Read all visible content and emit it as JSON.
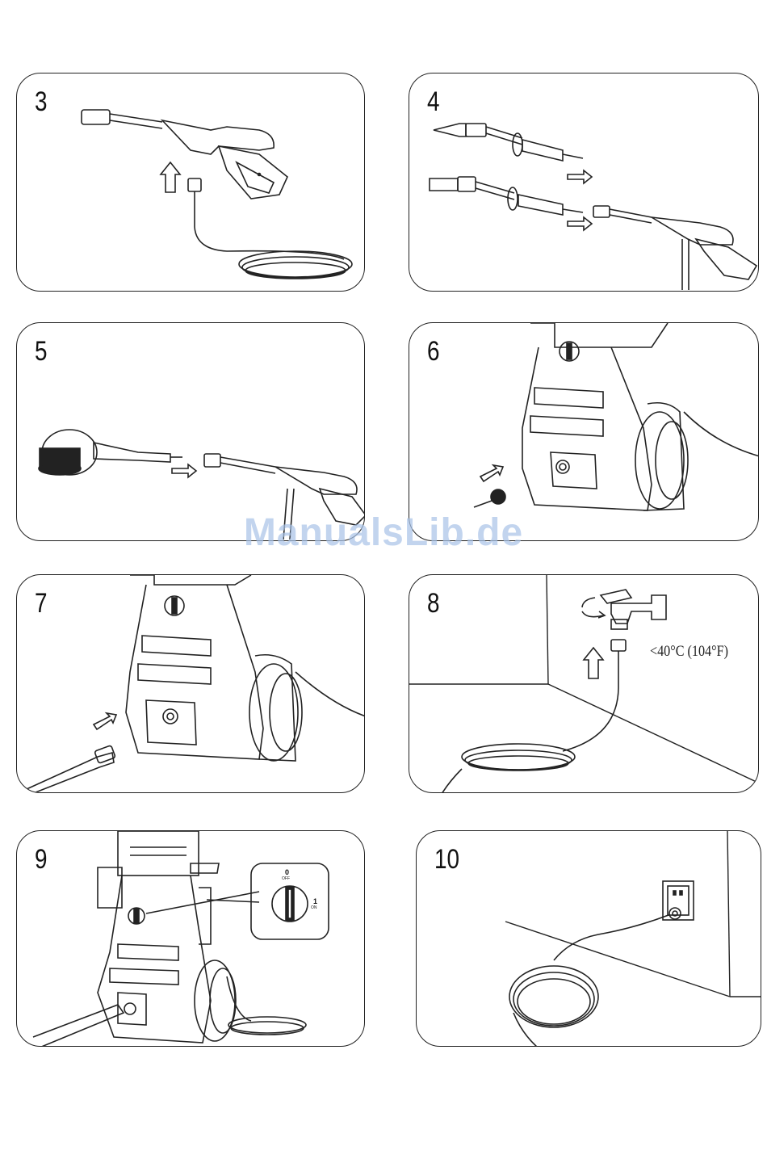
{
  "steps": [
    {
      "number": "3"
    },
    {
      "number": "4"
    },
    {
      "number": "5"
    },
    {
      "number": "6"
    },
    {
      "number": "7"
    },
    {
      "number": "8",
      "temperature_label": "<40°C (104°F)"
    },
    {
      "number": "9",
      "knob_marks": [
        "0",
        "OFF",
        "1",
        "ON"
      ]
    },
    {
      "number": "10"
    }
  ],
  "watermark": "ManualsLib.de"
}
